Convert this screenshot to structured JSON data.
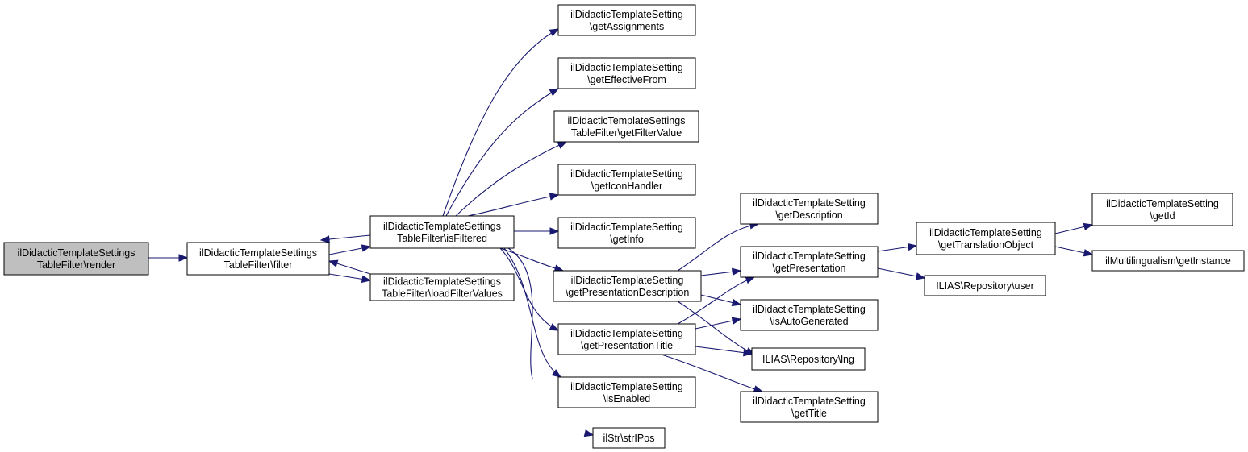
{
  "nodes": [
    {
      "id": "render",
      "lines": [
        "ilDidacticTemplateSettings",
        "TableFilter\\render"
      ],
      "root": true
    },
    {
      "id": "filter",
      "lines": [
        "ilDidacticTemplateSettings",
        "TableFilter\\filter"
      ]
    },
    {
      "id": "isFiltered",
      "lines": [
        "ilDidacticTemplateSettings",
        "TableFilter\\isFiltered"
      ]
    },
    {
      "id": "loadFilterValues",
      "lines": [
        "ilDidacticTemplateSettings",
        "TableFilter\\loadFilterValues"
      ]
    },
    {
      "id": "getAssignments",
      "lines": [
        "ilDidacticTemplateSetting",
        "\\getAssignments"
      ]
    },
    {
      "id": "getEffectiveFrom",
      "lines": [
        "ilDidacticTemplateSetting",
        "\\getEffectiveFrom"
      ]
    },
    {
      "id": "getFilterValue",
      "lines": [
        "ilDidacticTemplateSettings",
        "TableFilter\\getFilterValue"
      ]
    },
    {
      "id": "getIconHandler",
      "lines": [
        "ilDidacticTemplateSetting",
        "\\getIconHandler"
      ]
    },
    {
      "id": "getInfo",
      "lines": [
        "ilDidacticTemplateSetting",
        "\\getInfo"
      ]
    },
    {
      "id": "getPresentationDescription",
      "lines": [
        "ilDidacticTemplateSetting",
        "\\getPresentationDescription"
      ]
    },
    {
      "id": "getPresentationTitle",
      "lines": [
        "ilDidacticTemplateSetting",
        "\\getPresentationTitle"
      ]
    },
    {
      "id": "isEnabled",
      "lines": [
        "ilDidacticTemplateSetting",
        "\\isEnabled"
      ]
    },
    {
      "id": "strIPos",
      "lines": [
        "ilStr\\strIPos"
      ]
    },
    {
      "id": "getDescription",
      "lines": [
        "ilDidacticTemplateSetting",
        "\\getDescription"
      ]
    },
    {
      "id": "getPresentation",
      "lines": [
        "ilDidacticTemplateSetting",
        "\\getPresentation"
      ]
    },
    {
      "id": "isAutoGenerated",
      "lines": [
        "ilDidacticTemplateSetting",
        "\\isAutoGenerated"
      ]
    },
    {
      "id": "lng",
      "lines": [
        "ILIAS\\Repository\\lng"
      ]
    },
    {
      "id": "getTitle",
      "lines": [
        "ilDidacticTemplateSetting",
        "\\getTitle"
      ]
    },
    {
      "id": "getTranslationObject",
      "lines": [
        "ilDidacticTemplateSetting",
        "\\getTranslationObject"
      ]
    },
    {
      "id": "user",
      "lines": [
        "ILIAS\\Repository\\user"
      ]
    },
    {
      "id": "getId",
      "lines": [
        "ilDidacticTemplateSetting",
        "\\getId"
      ]
    },
    {
      "id": "getInstance",
      "lines": [
        "ilMultilingualism\\getInstance"
      ]
    }
  ],
  "edges": [
    {
      "from": "render",
      "to": "filter"
    },
    {
      "from": "filter",
      "to": "isFiltered"
    },
    {
      "from": "filter",
      "to": "loadFilterValues"
    },
    {
      "from": "isFiltered",
      "to": "filter"
    },
    {
      "from": "loadFilterValues",
      "to": "filter"
    },
    {
      "from": "isFiltered",
      "to": "getAssignments"
    },
    {
      "from": "isFiltered",
      "to": "getEffectiveFrom"
    },
    {
      "from": "isFiltered",
      "to": "getFilterValue"
    },
    {
      "from": "isFiltered",
      "to": "getIconHandler"
    },
    {
      "from": "isFiltered",
      "to": "getInfo"
    },
    {
      "from": "isFiltered",
      "to": "getPresentationDescription"
    },
    {
      "from": "isFiltered",
      "to": "getPresentationTitle"
    },
    {
      "from": "isFiltered",
      "to": "isEnabled"
    },
    {
      "from": "isFiltered",
      "to": "strIPos"
    },
    {
      "from": "getPresentationDescription",
      "to": "getDescription"
    },
    {
      "from": "getPresentationDescription",
      "to": "getPresentation"
    },
    {
      "from": "getPresentationDescription",
      "to": "isAutoGenerated"
    },
    {
      "from": "getPresentationDescription",
      "to": "lng"
    },
    {
      "from": "getPresentationTitle",
      "to": "getPresentation"
    },
    {
      "from": "getPresentationTitle",
      "to": "isAutoGenerated"
    },
    {
      "from": "getPresentationTitle",
      "to": "lng"
    },
    {
      "from": "getPresentationTitle",
      "to": "getTitle"
    },
    {
      "from": "getPresentation",
      "to": "getTranslationObject"
    },
    {
      "from": "getPresentation",
      "to": "user"
    },
    {
      "from": "getTranslationObject",
      "to": "getId"
    },
    {
      "from": "getTranslationObject",
      "to": "getInstance"
    }
  ],
  "colors": {
    "edge": "#191970",
    "root_fill": "#bfbfbf",
    "node_fill": "#ffffff",
    "border": "#000000"
  }
}
